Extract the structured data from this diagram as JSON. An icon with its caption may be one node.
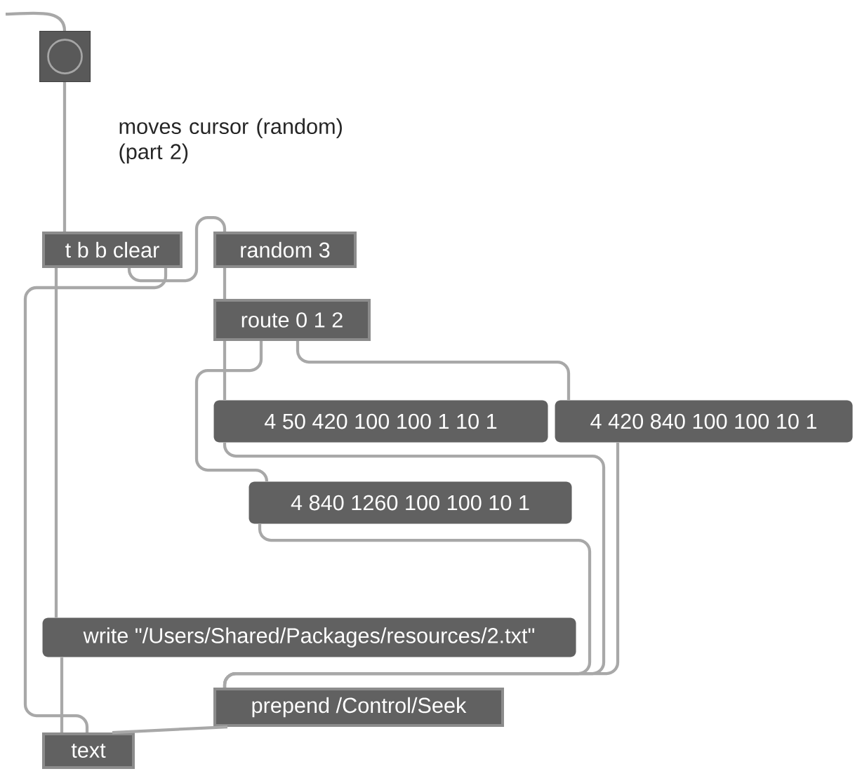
{
  "diagram": {
    "nodes": [
      {
        "text": [],
        "shape": "box"
      },
      {
        "text": [
          "t b b clear"
        ]
      },
      {
        "text": [
          "random 3"
        ]
      },
      {
        "text": [
          "route 0 1 2"
        ]
      },
      {
        "text": [
          "4 50 420 100 100 1 10 1"
        ]
      },
      {
        "text": [
          "4 420 840 100 100 10 1"
        ]
      },
      {
        "text": [
          "4 840 1260 100 100 10 1"
        ]
      },
      {
        "text": [
          "write \"/Users/Shared/Packages/resources/2.txt\""
        ]
      },
      {
        "text": [
          "prepend /Control/Seek"
        ]
      },
      {
        "text": [
          "text"
        ]
      }
    ],
    "edges": [
      {
        "from": null,
        "to": 0,
        "arrow": "none"
      },
      {
        "from": 0,
        "to": 1,
        "arrow": "none"
      },
      {
        "from": 1,
        "to": 7,
        "arrow": "none"
      },
      {
        "from": 1,
        "to": 2,
        "arrow": "none"
      },
      {
        "from": 1,
        "to": 9,
        "arrow": "none"
      },
      {
        "from": 2,
        "to": 3,
        "arrow": "none"
      },
      {
        "from": 3,
        "to": 4,
        "arrow": "none"
      },
      {
        "from": 3,
        "to": 6,
        "arrow": "none"
      },
      {
        "from": 3,
        "to": 5,
        "arrow": "none"
      },
      {
        "from": 4,
        "to": 8,
        "arrow": "none"
      },
      {
        "from": 6,
        "to": 8,
        "arrow": "none"
      },
      {
        "from": 5,
        "to": 8,
        "arrow": "none"
      },
      {
        "from": 7,
        "to": 9,
        "arrow": "none"
      },
      {
        "from": 8,
        "to": 9,
        "arrow": "none"
      }
    ],
    "labels": [
      "moves cursor (random) (part 2)"
    ]
  }
}
